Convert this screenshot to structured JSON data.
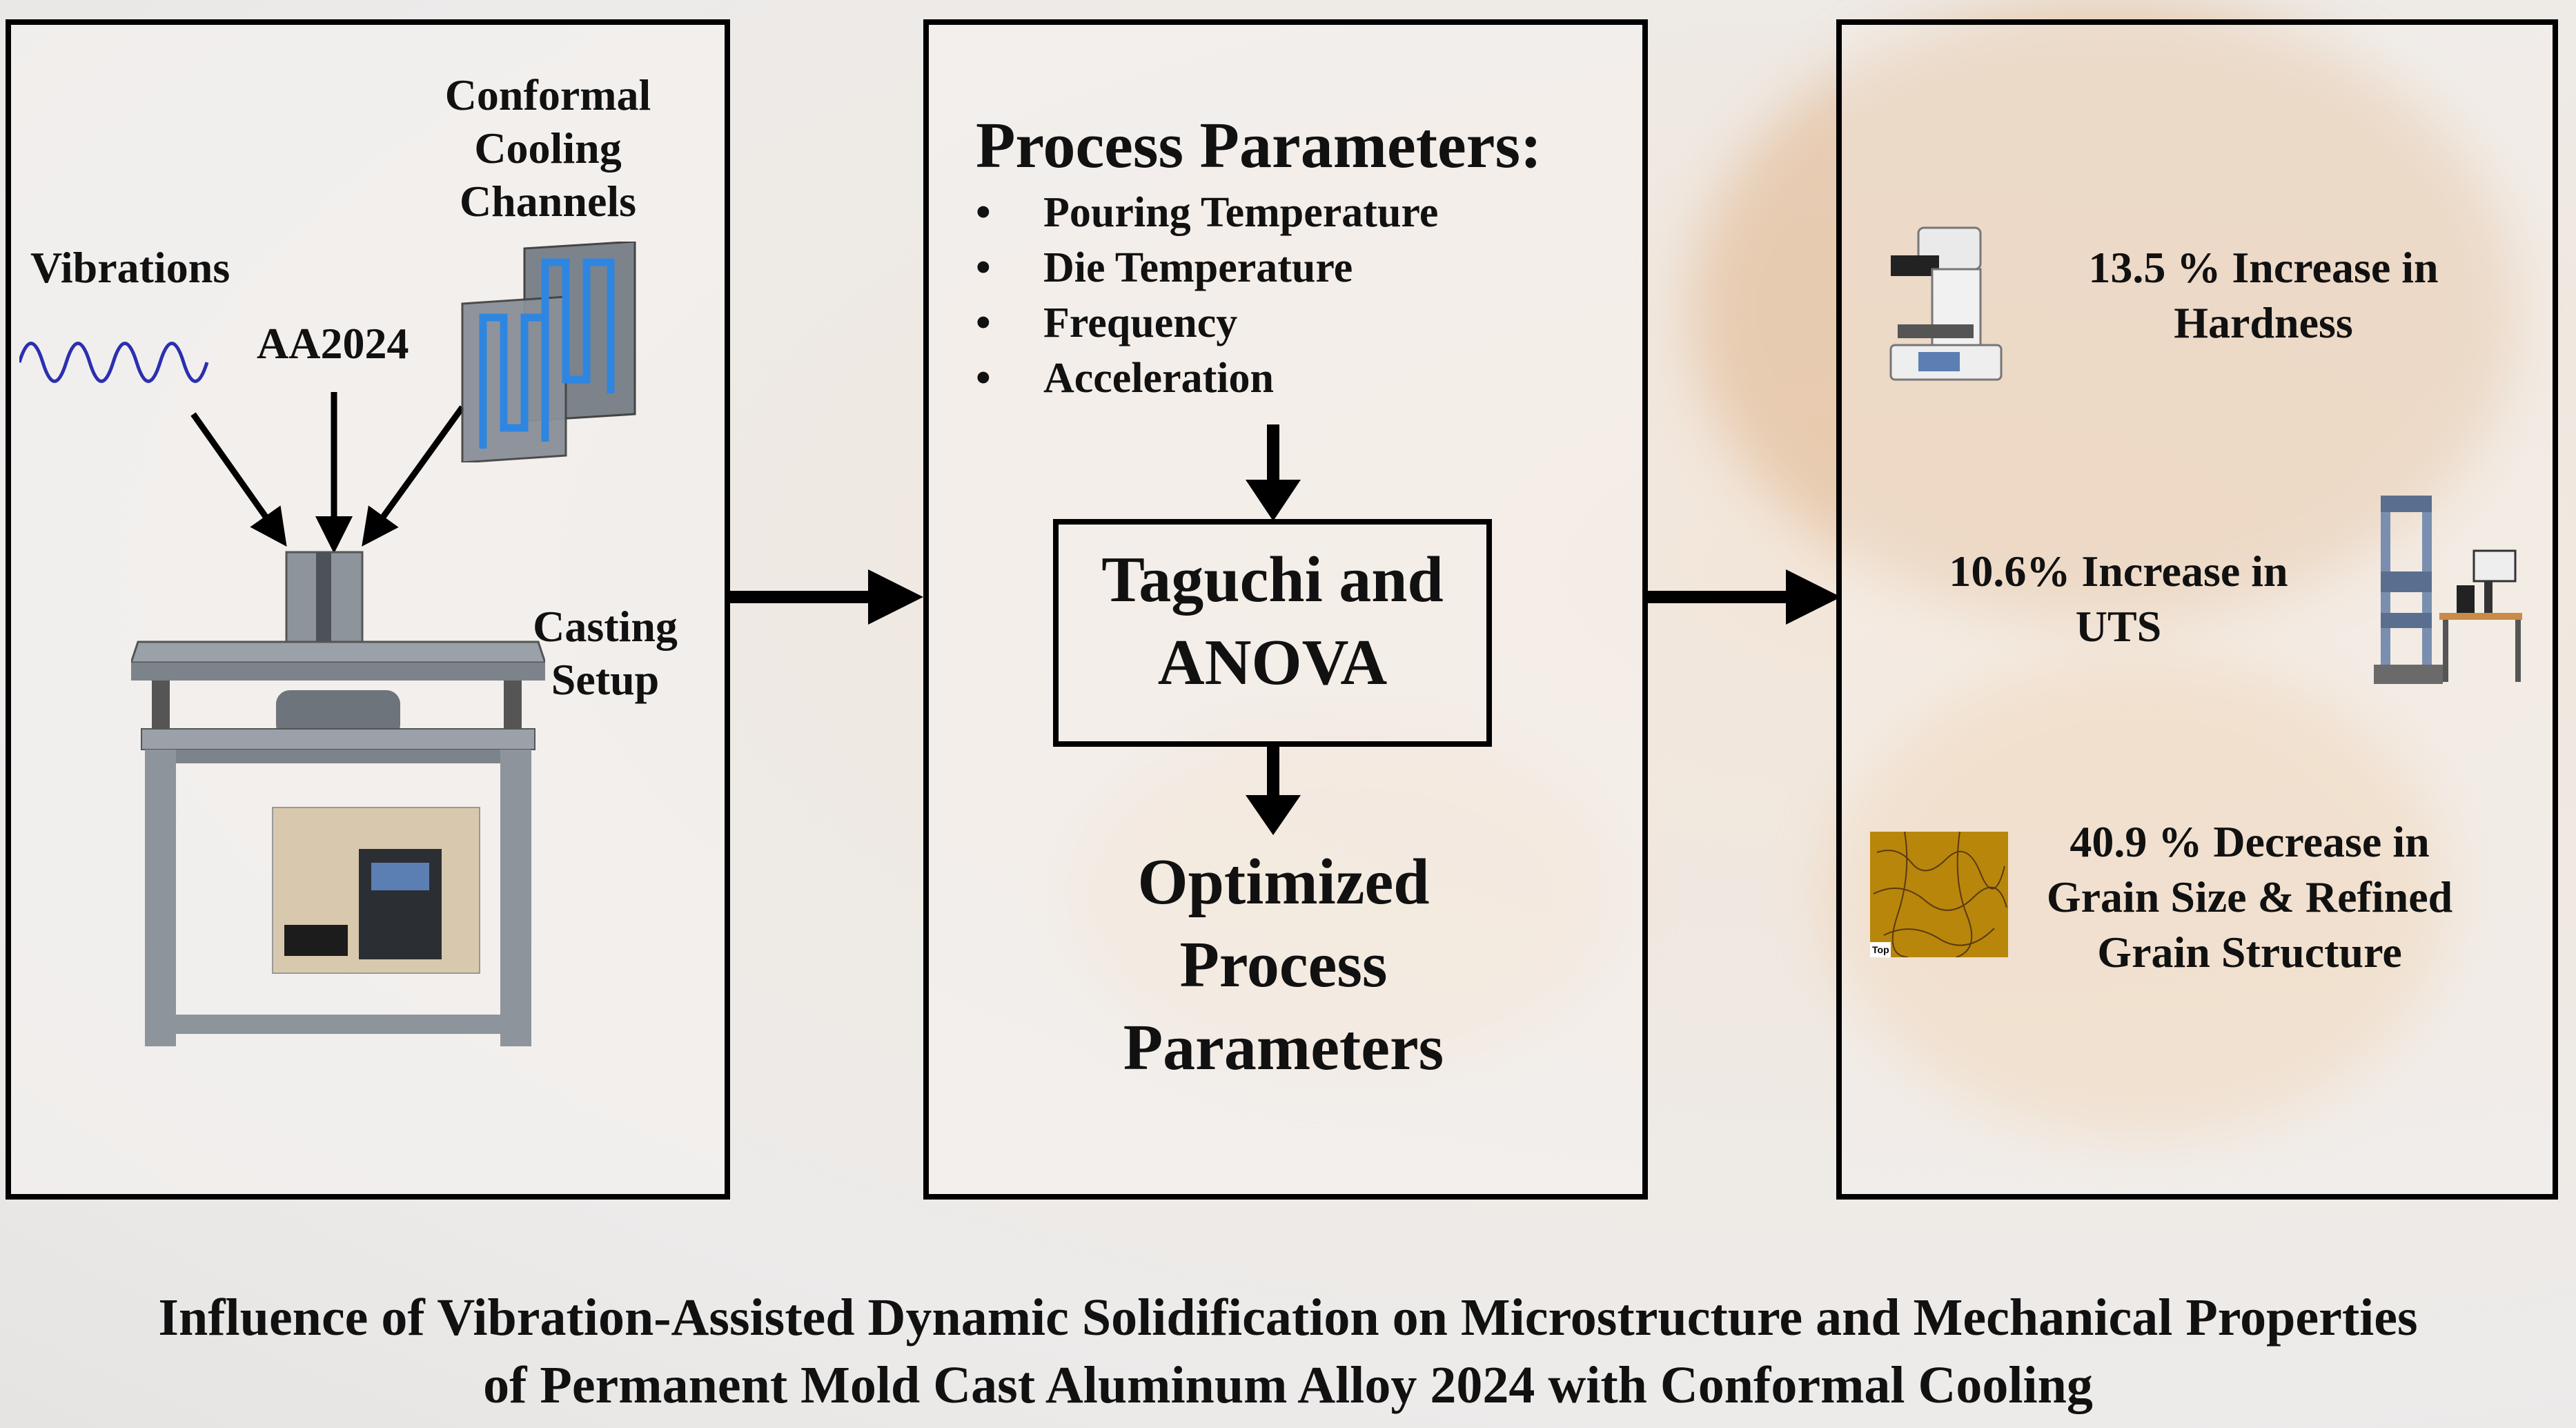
{
  "left_panel": {
    "vibrations_label": "Vibrations",
    "alloy_label": "AA2024",
    "cooling_label": [
      "Conformal",
      "Cooling",
      "Channels"
    ],
    "casting_label": [
      "Casting",
      "Setup"
    ]
  },
  "middle_panel": {
    "heading": "Process Parameters:",
    "parameters": [
      "Pouring Temperature",
      "Die Temperature",
      "Frequency",
      "Acceleration"
    ],
    "method": [
      "Taguchi and",
      "ANOVA"
    ],
    "result": [
      "Optimized",
      "Process",
      "Parameters"
    ]
  },
  "right_panel": {
    "hardness": [
      "13.5 % Increase in",
      "Hardness"
    ],
    "uts": [
      "10.6% Increase in",
      "UTS"
    ],
    "grain": [
      "40.9 % Decrease in",
      "Grain Size & Refined",
      "Grain Structure"
    ],
    "micrograph_tag": "Top"
  },
  "footer": {
    "title_line1": "Influence of Vibration-Assisted Dynamic Solidification on Microstructure and Mechanical Properties",
    "title_line2": "of Permanent Mold Cast Aluminum Alloy 2024 with Conformal Cooling"
  },
  "colors": {
    "wave": "#2b2fb0",
    "channel": "#2e86e0",
    "frame": "#8e949b",
    "micrograph": "#b8860b"
  },
  "icons": [
    "sine-wave-icon",
    "cooling-channel-icon",
    "casting-setup-icon",
    "hardness-tester-icon",
    "tensile-tester-icon",
    "micrograph-icon"
  ]
}
